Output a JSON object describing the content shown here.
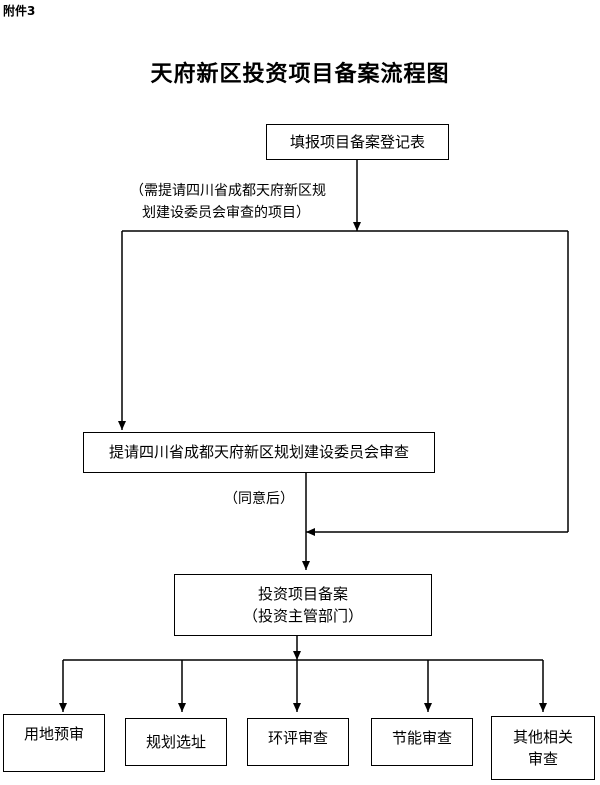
{
  "header": {
    "attachment_label": "附件3"
  },
  "title": "天府新区投资项目备案流程图",
  "nodes": {
    "register": "填报项目备案登记表",
    "committee_review": "提请四川省成都天府新区规划建设委员会审查",
    "filing_line1": "投资项目备案",
    "filing_line2": "（投资主管部门）",
    "land": "用地预审",
    "site": "规划选址",
    "env": "环评审查",
    "energy": "节能审查",
    "other_line1": "其他相关",
    "other_line2": "审查"
  },
  "notes": {
    "committee_condition_line1": "（需提请四川省成都天府新区规",
    "committee_condition_line2": "划建设委员会审查的项目）",
    "after_approval": "（同意后）"
  }
}
